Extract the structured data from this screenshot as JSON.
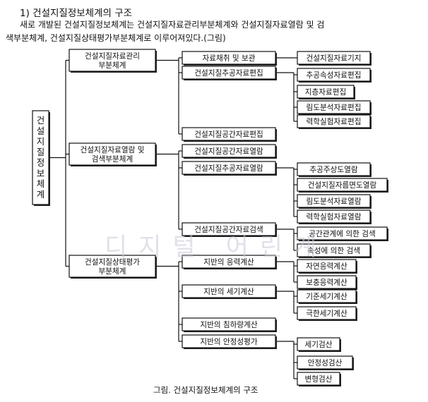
{
  "heading": "1) 건설지질정보체계의 구조",
  "intro_line1": "새로 개발된 건설지질정보체계는 건설지질자료관리부분체계와 건설지질자료열람 및 검",
  "intro_line2": "색부분체계, 건설지질상태평가부분체계로 이루어져있다.(그림)",
  "caption": "그림. 건설지질정보체계의 구조",
  "watermark": "디지털 어린계",
  "root": {
    "chars": [
      "건",
      "설",
      "지",
      "질",
      "정",
      "보",
      "체",
      "계"
    ]
  },
  "subsystems": [
    {
      "lines": [
        "건설지질자료관리",
        "부분체계"
      ],
      "items": [
        {
          "label": "자료채취 및 보관",
          "children": [
            "건설지질자료기지"
          ]
        },
        {
          "label": "건설지질추공자료편집",
          "children": [
            "추공속성자료편집",
            "지층자료편집",
            "림도분석자료편집",
            "력학실험자료편집"
          ]
        },
        {
          "label": "건설지질공간자료편집",
          "children": []
        }
      ]
    },
    {
      "lines": [
        "건설지질자료열람 및",
        "검색부분체계"
      ],
      "items": [
        {
          "label": "건설지질공간자료열람",
          "children": []
        },
        {
          "label": "건설지질추공자료열람",
          "children": [
            "추공주상도열람",
            "건설지질자름면도열람",
            "림도분석자료열람",
            "력학실험자료열람"
          ]
        },
        {
          "label": "건설지질공간자료검색",
          "children": [
            "공간관계에 의한 검색",
            "속성에 의한 검색"
          ]
        }
      ]
    },
    {
      "lines": [
        "건설지질상태평가",
        "부분체계"
      ],
      "items": [
        {
          "label": "지반의 응력계산",
          "children": [
            "자연응력계산",
            "보충응력계산"
          ]
        },
        {
          "label": "지반의 세기계산",
          "children": [
            "기준세기계산",
            "극한세기계산"
          ]
        },
        {
          "label": "지반의 침하량계산",
          "children": []
        },
        {
          "label": "지반의 안정성평가",
          "children": [
            "세기검산",
            "안정성검산",
            "변형검산"
          ]
        }
      ]
    }
  ]
}
